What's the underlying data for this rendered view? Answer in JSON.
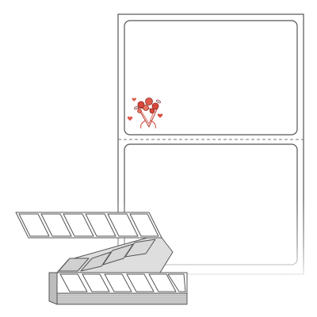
{
  "product": {
    "type": "fanfold-labels",
    "labels_across": 1,
    "label_shape": "rectangle-rounded-corners",
    "perforated_between_labels": true,
    "labels_visible_on_sheet": 2
  },
  "sample_label": {
    "illustration": "flower-bouquet-icon",
    "accent_color": "#d9473a"
  },
  "colors": {
    "outline": "#555555",
    "perforation": "#777777",
    "stack_side": "#cfcfcf",
    "background": "#ffffff"
  }
}
